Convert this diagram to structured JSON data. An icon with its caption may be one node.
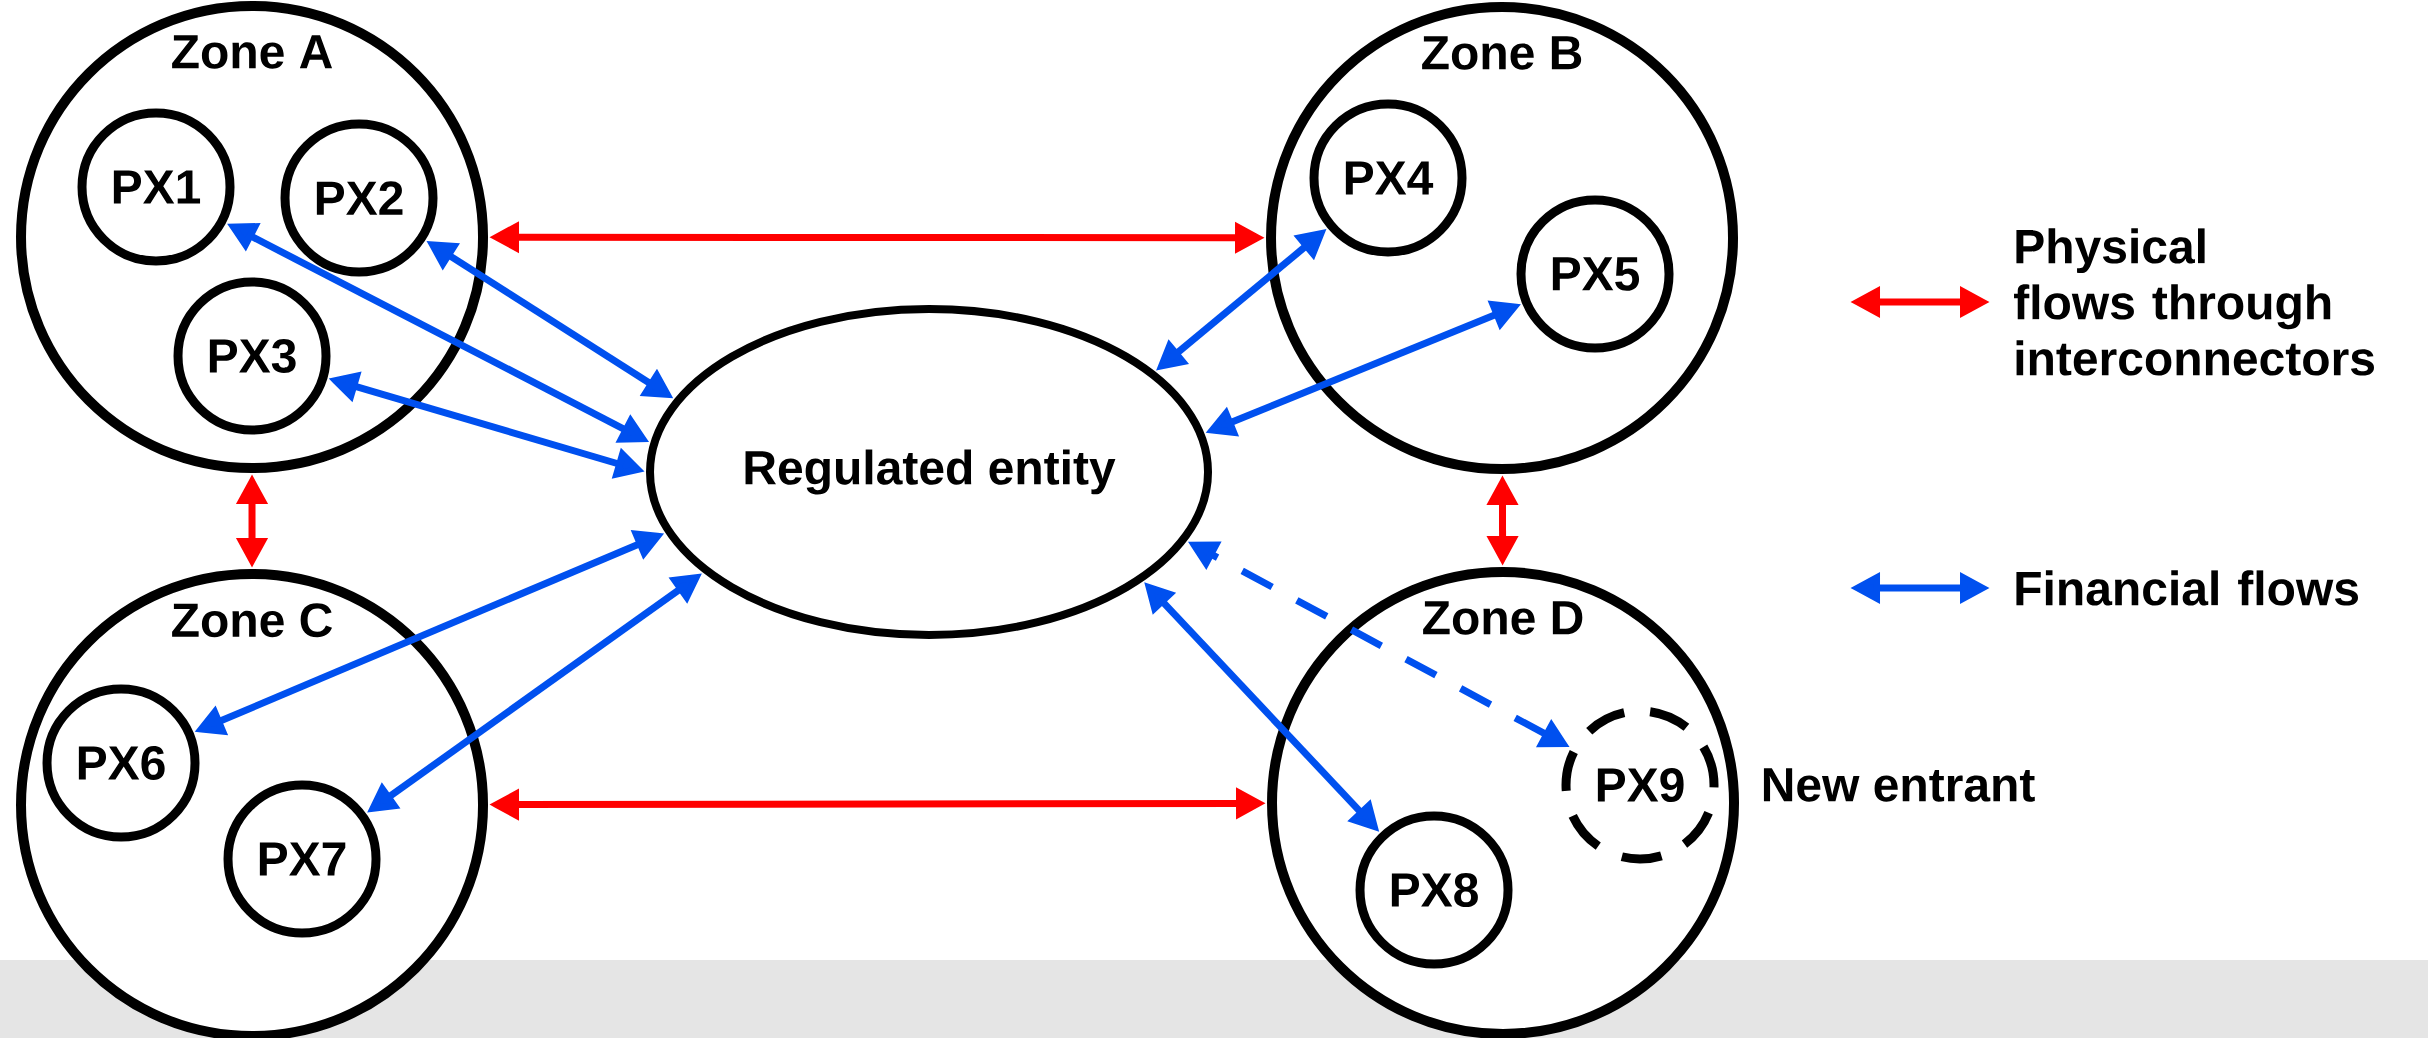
{
  "diagram": {
    "nodes": [
      {
        "text": [
          "Zone A"
        ]
      },
      {
        "text": [
          "PX1"
        ],
        "in": 0
      },
      {
        "text": [
          "PX2"
        ],
        "in": 0
      },
      {
        "text": [
          "PX3"
        ],
        "in": 0
      },
      {
        "text": [
          "Zone B"
        ]
      },
      {
        "text": [
          "PX4"
        ],
        "in": 4
      },
      {
        "text": [
          "PX5"
        ],
        "in": 4
      },
      {
        "text": [
          "Regulated entity"
        ]
      },
      {
        "text": [
          "Zone C"
        ]
      },
      {
        "text": [
          "PX6"
        ],
        "in": 8
      },
      {
        "text": [
          "PX7"
        ],
        "in": 8
      },
      {
        "text": [
          "Zone D"
        ]
      },
      {
        "text": [
          "PX8"
        ],
        "in": 11
      },
      {
        "text": [
          "PX9"
        ],
        "in": 11,
        "beside": [
          "New entrant"
        ]
      }
    ],
    "edges": [
      {
        "from": 0,
        "to": 4,
        "arrow": "both",
        "color": "#ff0000"
      },
      {
        "from": 0,
        "to": 8,
        "arrow": "both",
        "color": "#ff0000"
      },
      {
        "from": 4,
        "to": 11,
        "arrow": "both",
        "color": "#ff0000"
      },
      {
        "from": 8,
        "to": 11,
        "arrow": "both",
        "color": "#ff0000"
      },
      {
        "from": 1,
        "to": 7,
        "arrow": "both"
      },
      {
        "from": 2,
        "to": 7,
        "arrow": "both"
      },
      {
        "from": 3,
        "to": 7,
        "arrow": "both"
      },
      {
        "from": 5,
        "to": 7,
        "arrow": "both"
      },
      {
        "from": 6,
        "to": 7,
        "arrow": "both"
      },
      {
        "from": 9,
        "to": 7,
        "arrow": "both"
      },
      {
        "from": 10,
        "to": 7,
        "arrow": "both"
      },
      {
        "from": 12,
        "to": 7,
        "arrow": "both"
      },
      {
        "from": 13,
        "to": 7,
        "arrow": "both",
        "style": "dashed"
      }
    ],
    "legend": [
      {
        "text": "Physical flows through interconnectors"
      },
      {
        "text": "Financial flows"
      }
    ]
  }
}
